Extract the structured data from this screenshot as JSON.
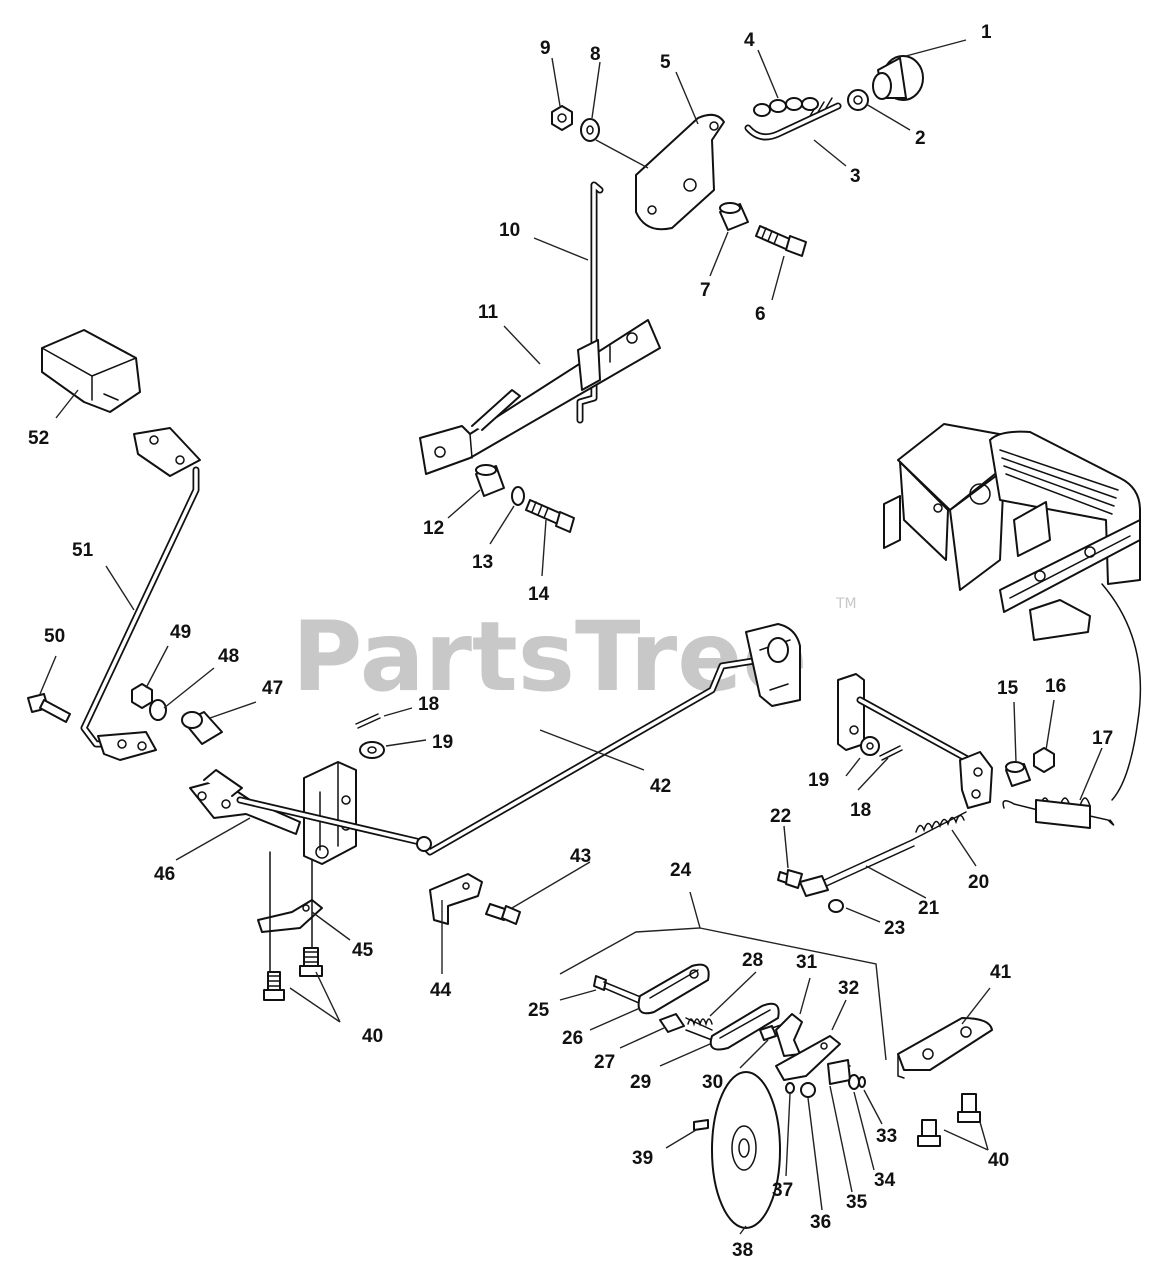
{
  "watermark": {
    "text": "PartsTree",
    "tm": "TM"
  },
  "callouts": [
    "1",
    "2",
    "3",
    "4",
    "5",
    "6",
    "7",
    "8",
    "9",
    "10",
    "11",
    "12",
    "13",
    "14",
    "15",
    "16",
    "17",
    "18",
    "18",
    "19",
    "19",
    "20",
    "21",
    "22",
    "23",
    "24",
    "25",
    "26",
    "27",
    "28",
    "29",
    "30",
    "31",
    "32",
    "33",
    "34",
    "35",
    "36",
    "37",
    "38",
    "39",
    "40",
    "40",
    "41",
    "42",
    "43",
    "44",
    "45",
    "46",
    "47",
    "48",
    "49",
    "50",
    "51",
    "52"
  ]
}
